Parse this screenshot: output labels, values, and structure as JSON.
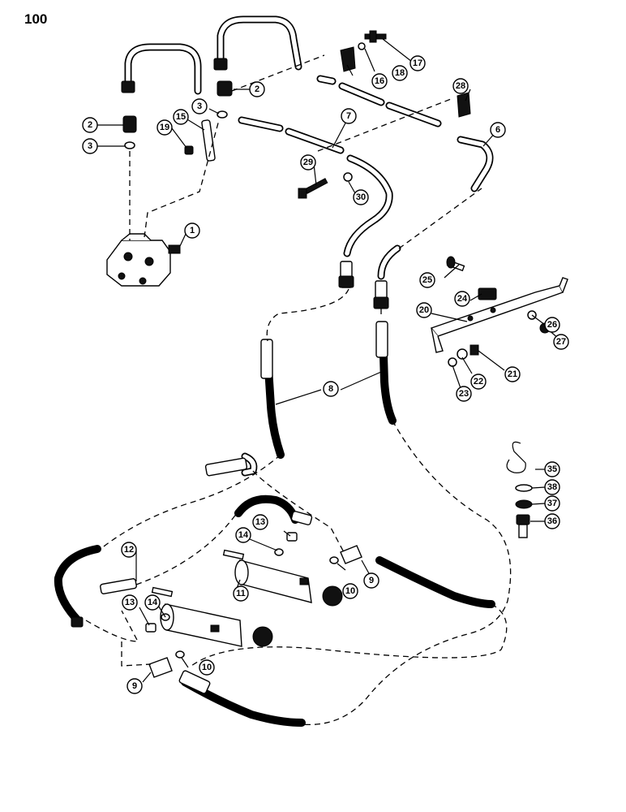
{
  "page": {
    "number": "100"
  },
  "callouts": [
    {
      "id": "c1",
      "label": "1"
    },
    {
      "id": "c2a",
      "label": "2"
    },
    {
      "id": "c2b",
      "label": "2"
    },
    {
      "id": "c3a",
      "label": "3"
    },
    {
      "id": "c3b",
      "label": "3"
    },
    {
      "id": "c6",
      "label": "6"
    },
    {
      "id": "c7",
      "label": "7"
    },
    {
      "id": "c8",
      "label": "8"
    },
    {
      "id": "c9a",
      "label": "9"
    },
    {
      "id": "c9b",
      "label": "9"
    },
    {
      "id": "c10a",
      "label": "10"
    },
    {
      "id": "c10b",
      "label": "10"
    },
    {
      "id": "c11",
      "label": "11"
    },
    {
      "id": "c12",
      "label": "12"
    },
    {
      "id": "c13a",
      "label": "13"
    },
    {
      "id": "c13b",
      "label": "13"
    },
    {
      "id": "c14a",
      "label": "14"
    },
    {
      "id": "c14b",
      "label": "14"
    },
    {
      "id": "c15",
      "label": "15"
    },
    {
      "id": "c16",
      "label": "16"
    },
    {
      "id": "c17",
      "label": "17"
    },
    {
      "id": "c18",
      "label": "18"
    },
    {
      "id": "c19",
      "label": "19"
    },
    {
      "id": "c20",
      "label": "20"
    },
    {
      "id": "c21",
      "label": "21"
    },
    {
      "id": "c22",
      "label": "22"
    },
    {
      "id": "c23",
      "label": "23"
    },
    {
      "id": "c24",
      "label": "24"
    },
    {
      "id": "c25",
      "label": "25"
    },
    {
      "id": "c26",
      "label": "26"
    },
    {
      "id": "c27",
      "label": "27"
    },
    {
      "id": "c28",
      "label": "28"
    },
    {
      "id": "c29",
      "label": "29"
    },
    {
      "id": "c30",
      "label": "30"
    },
    {
      "id": "c35",
      "label": "35"
    },
    {
      "id": "c36",
      "label": "36"
    },
    {
      "id": "c37",
      "label": "37"
    },
    {
      "id": "c38",
      "label": "38"
    }
  ]
}
